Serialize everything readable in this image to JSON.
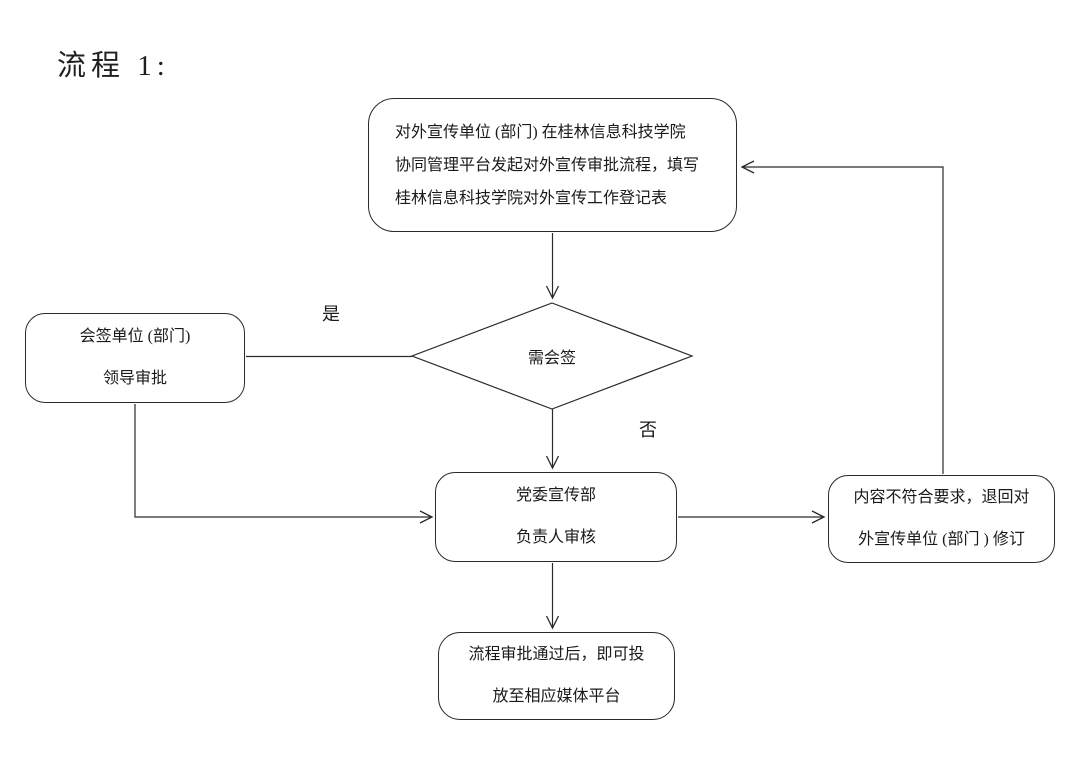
{
  "title": "流程 1:",
  "flowchart": {
    "nodes": {
      "start": {
        "lines": [
          "对外宣传单位 (部门) 在桂林信息科技学院",
          "协同管理平台发起对外宣传审批流程，填写",
          "桂林信息科技学院对外宣传工作登记表"
        ]
      },
      "decision": {
        "label": "需会签"
      },
      "countersign": {
        "lines": [
          "会签单位 (部门)",
          "领导审批"
        ]
      },
      "review": {
        "lines": [
          "党委宣传部",
          "负责人审核"
        ]
      },
      "reject": {
        "lines": [
          "内容不符合要求，退回对",
          "外宣传单位 (部门 ) 修订"
        ]
      },
      "publish": {
        "lines": [
          "流程审批通过后，即可投",
          "放至相应媒体平台"
        ]
      }
    },
    "edge_labels": {
      "yes": "是",
      "no": "否"
    }
  },
  "colors": {
    "background": "#ffffff",
    "stroke": "#2a2a2a",
    "text": "#1a1a1a"
  }
}
